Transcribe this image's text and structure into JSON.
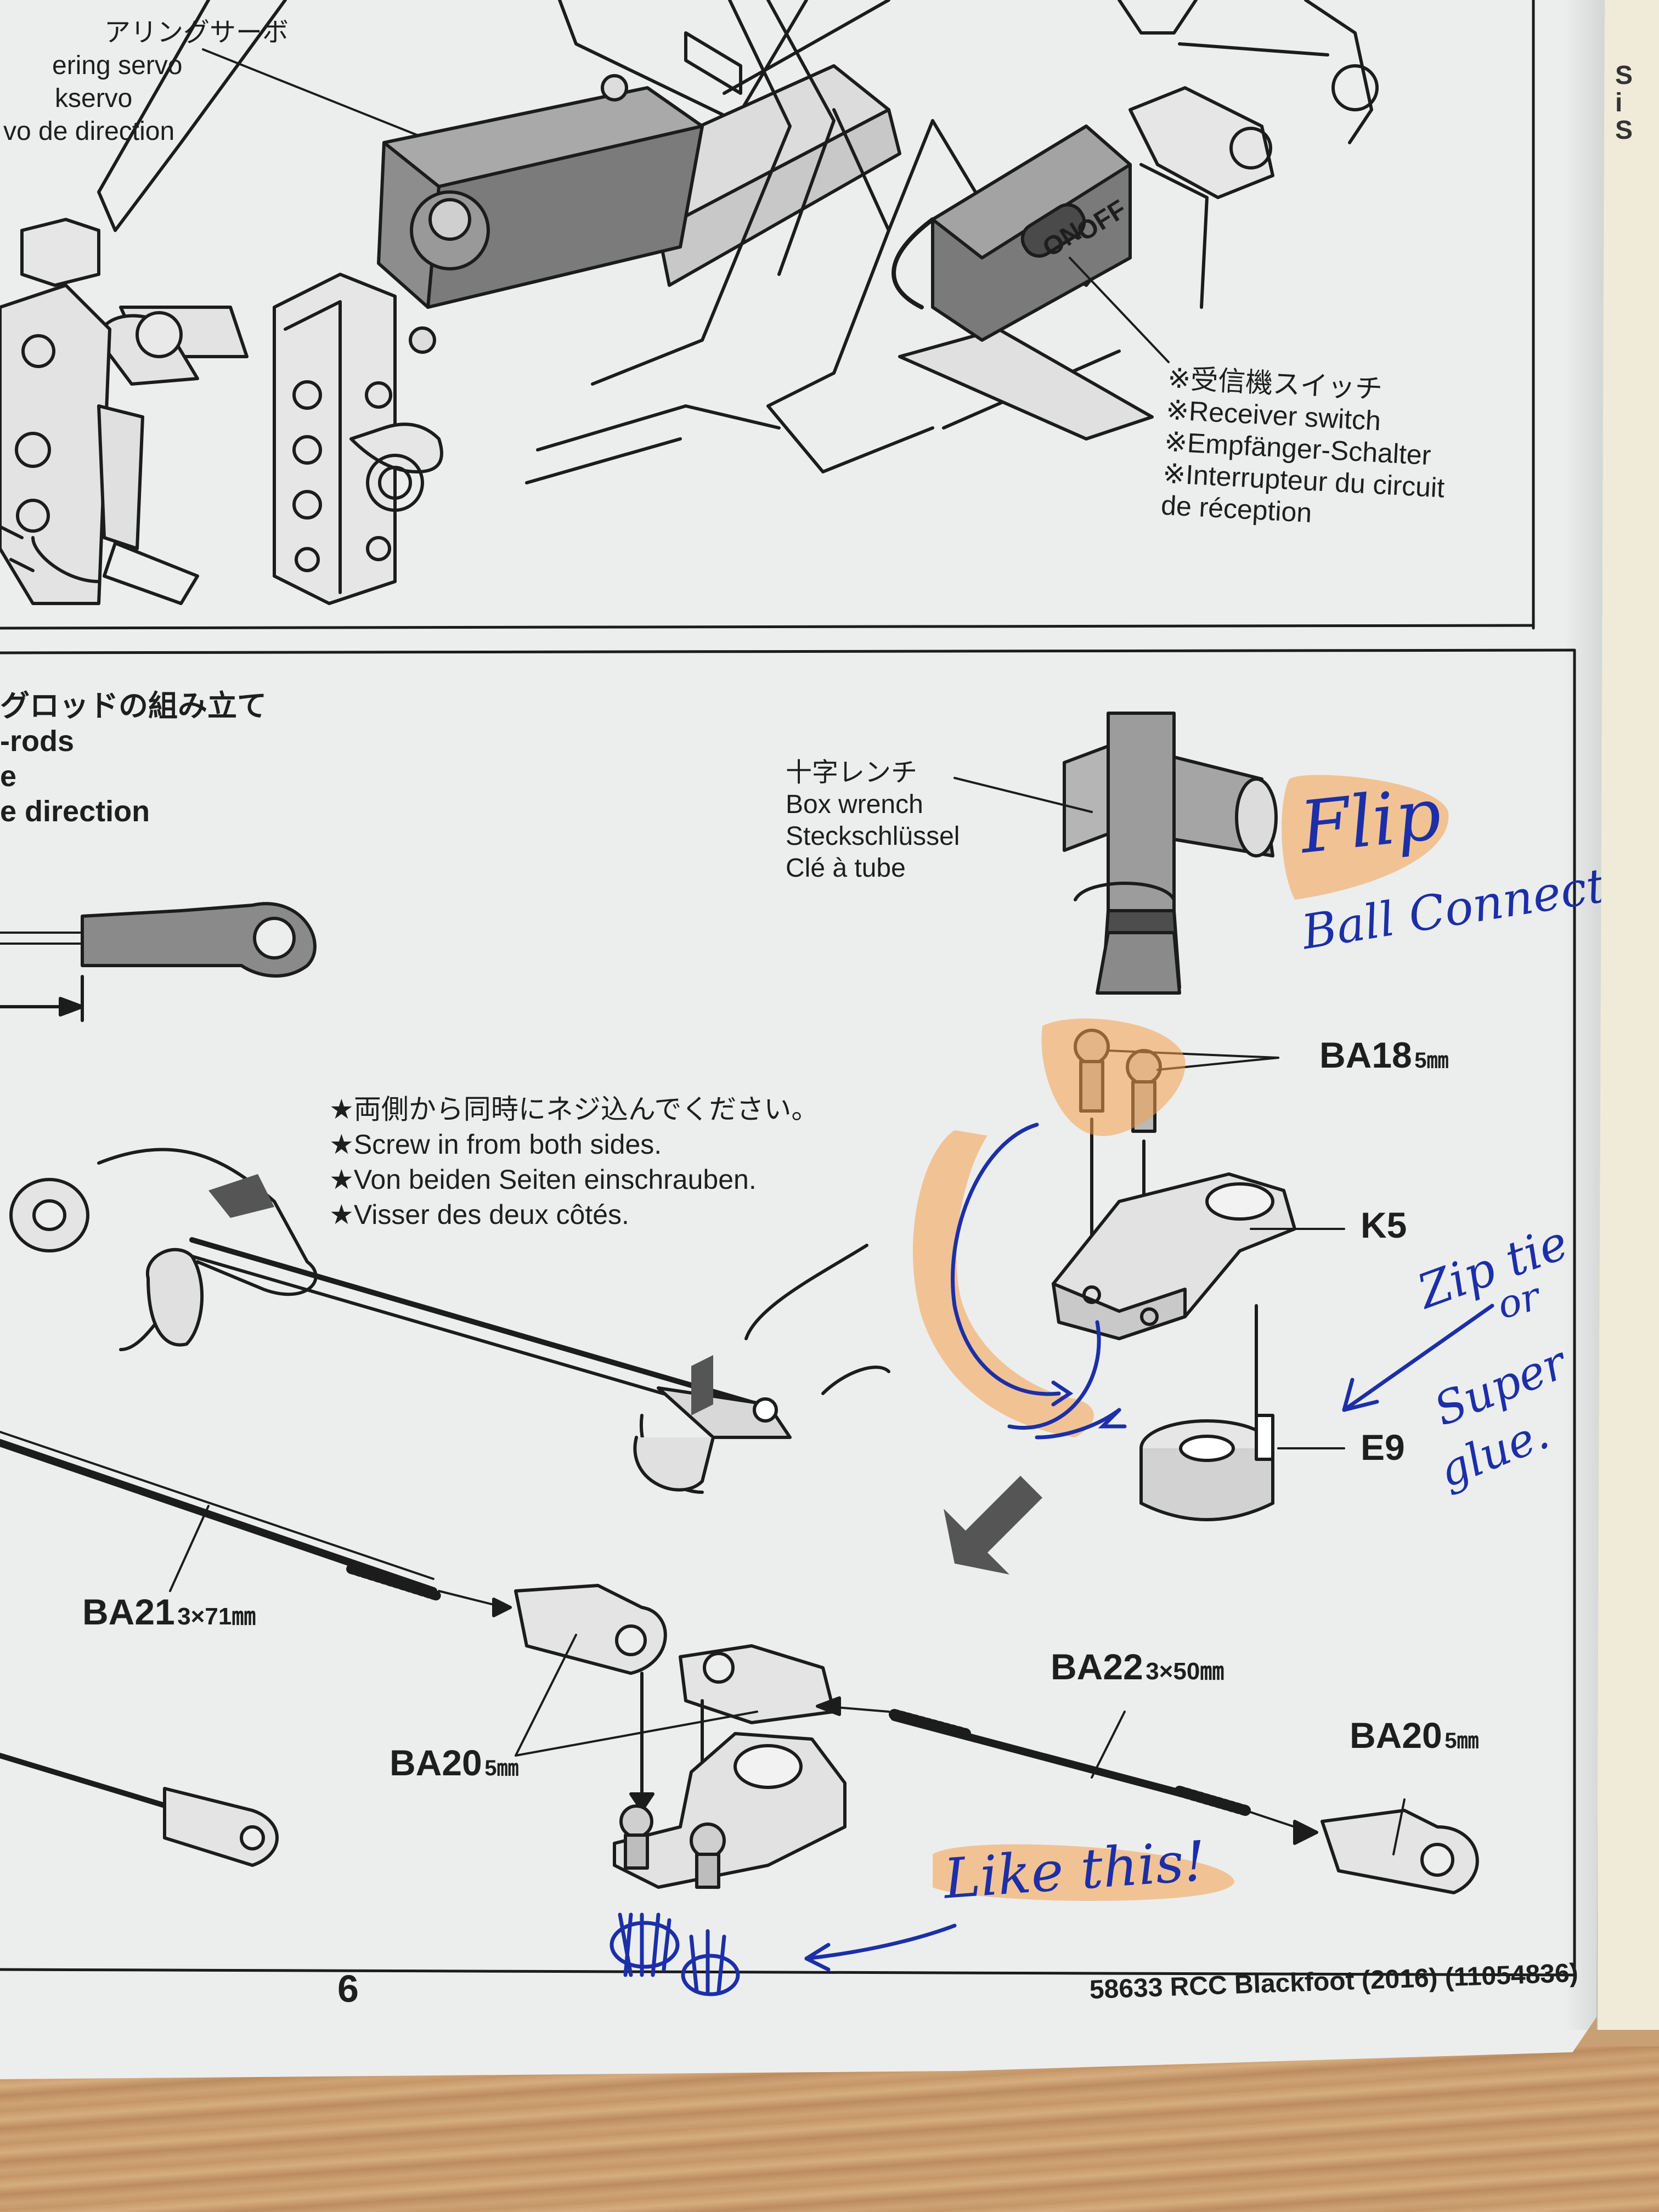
{
  "page": {
    "number": "6",
    "footer": "58633 RCC Blackfoot (2016) (11054836)"
  },
  "upper_panel": {
    "servo_label": [
      "ステアリングサーボ",
      "Steering servo",
      "Lenkservo",
      "Servo de direction"
    ],
    "servo_label_visible": [
      "アリングサーボ",
      "ering servo",
      "kservo",
      "vo de direction"
    ],
    "receiver_switch": [
      "※受信機スイッチ",
      "※Receiver switch",
      "※Empfänger-Schalter",
      "※Interrupteur du circuit",
      "de réception"
    ],
    "switch_markings": [
      "ON",
      "OFF"
    ]
  },
  "lower_panel": {
    "heading_visible": [
      "グロッドの組み立て",
      "-rods",
      "e",
      "e direction"
    ],
    "box_wrench": [
      "十字レンチ",
      "Box wrench",
      "Steckschlüssel",
      "Clé à tube"
    ],
    "screw_note": [
      "★両側から同時にネジ込んでください。",
      "★Screw in from both sides.",
      "★Von beiden Seiten einschrauben.",
      "★Visser des deux côtés."
    ],
    "parts": {
      "ba18": {
        "code": "BA18",
        "size": "5㎜"
      },
      "k5": {
        "code": "K5"
      },
      "e9": {
        "code": "E9"
      },
      "ba21": {
        "code": "BA21",
        "size": "3×71㎜"
      },
      "ba20_left": {
        "code": "BA20",
        "size": "5㎜"
      },
      "ba22": {
        "code": "BA22",
        "size": "3×50㎜"
      },
      "ba20_right": {
        "code": "BA20",
        "size": "5㎜"
      }
    }
  },
  "annotations": {
    "flip": "Flip",
    "ball_connector": "Ball Connector",
    "zip_tie": [
      "Zip tie",
      "or",
      "Super",
      "glue."
    ],
    "like_this": "Like this!"
  },
  "next_page_fragments": [
    "S",
    "i",
    "S"
  ],
  "colors": {
    "paper": "#eceeed",
    "ink": "#1e1e1e",
    "highlighter_orange": "#f6a04a",
    "pen_blue": "#1c2fa8"
  }
}
